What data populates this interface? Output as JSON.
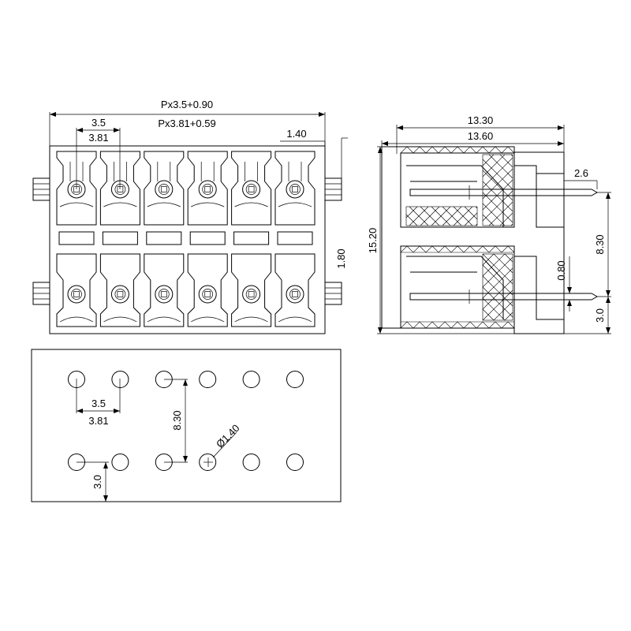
{
  "front_view": {
    "pitch_total": "Px3.5+0.90",
    "pitch_total_alt": "Px3.81+0.59",
    "pitch": "3.5",
    "pitch_alt": "3.81",
    "edge_offset": "1.40",
    "row_gap": "1.80",
    "pole_count": 6
  },
  "side_view": {
    "width": "13.30",
    "width_alt": "13.60",
    "height": "15.20",
    "pin_length": "2.6",
    "row_spacing": "8.30",
    "pin_diameter": "0.80",
    "bottom_offset": "3.0"
  },
  "pcb_layout": {
    "pitch": "3.5",
    "pitch_alt": "3.81",
    "row_spacing": "8.30",
    "hole_diameter": "Ø1.40",
    "edge_offset": "3.0",
    "hole_count": 12
  }
}
